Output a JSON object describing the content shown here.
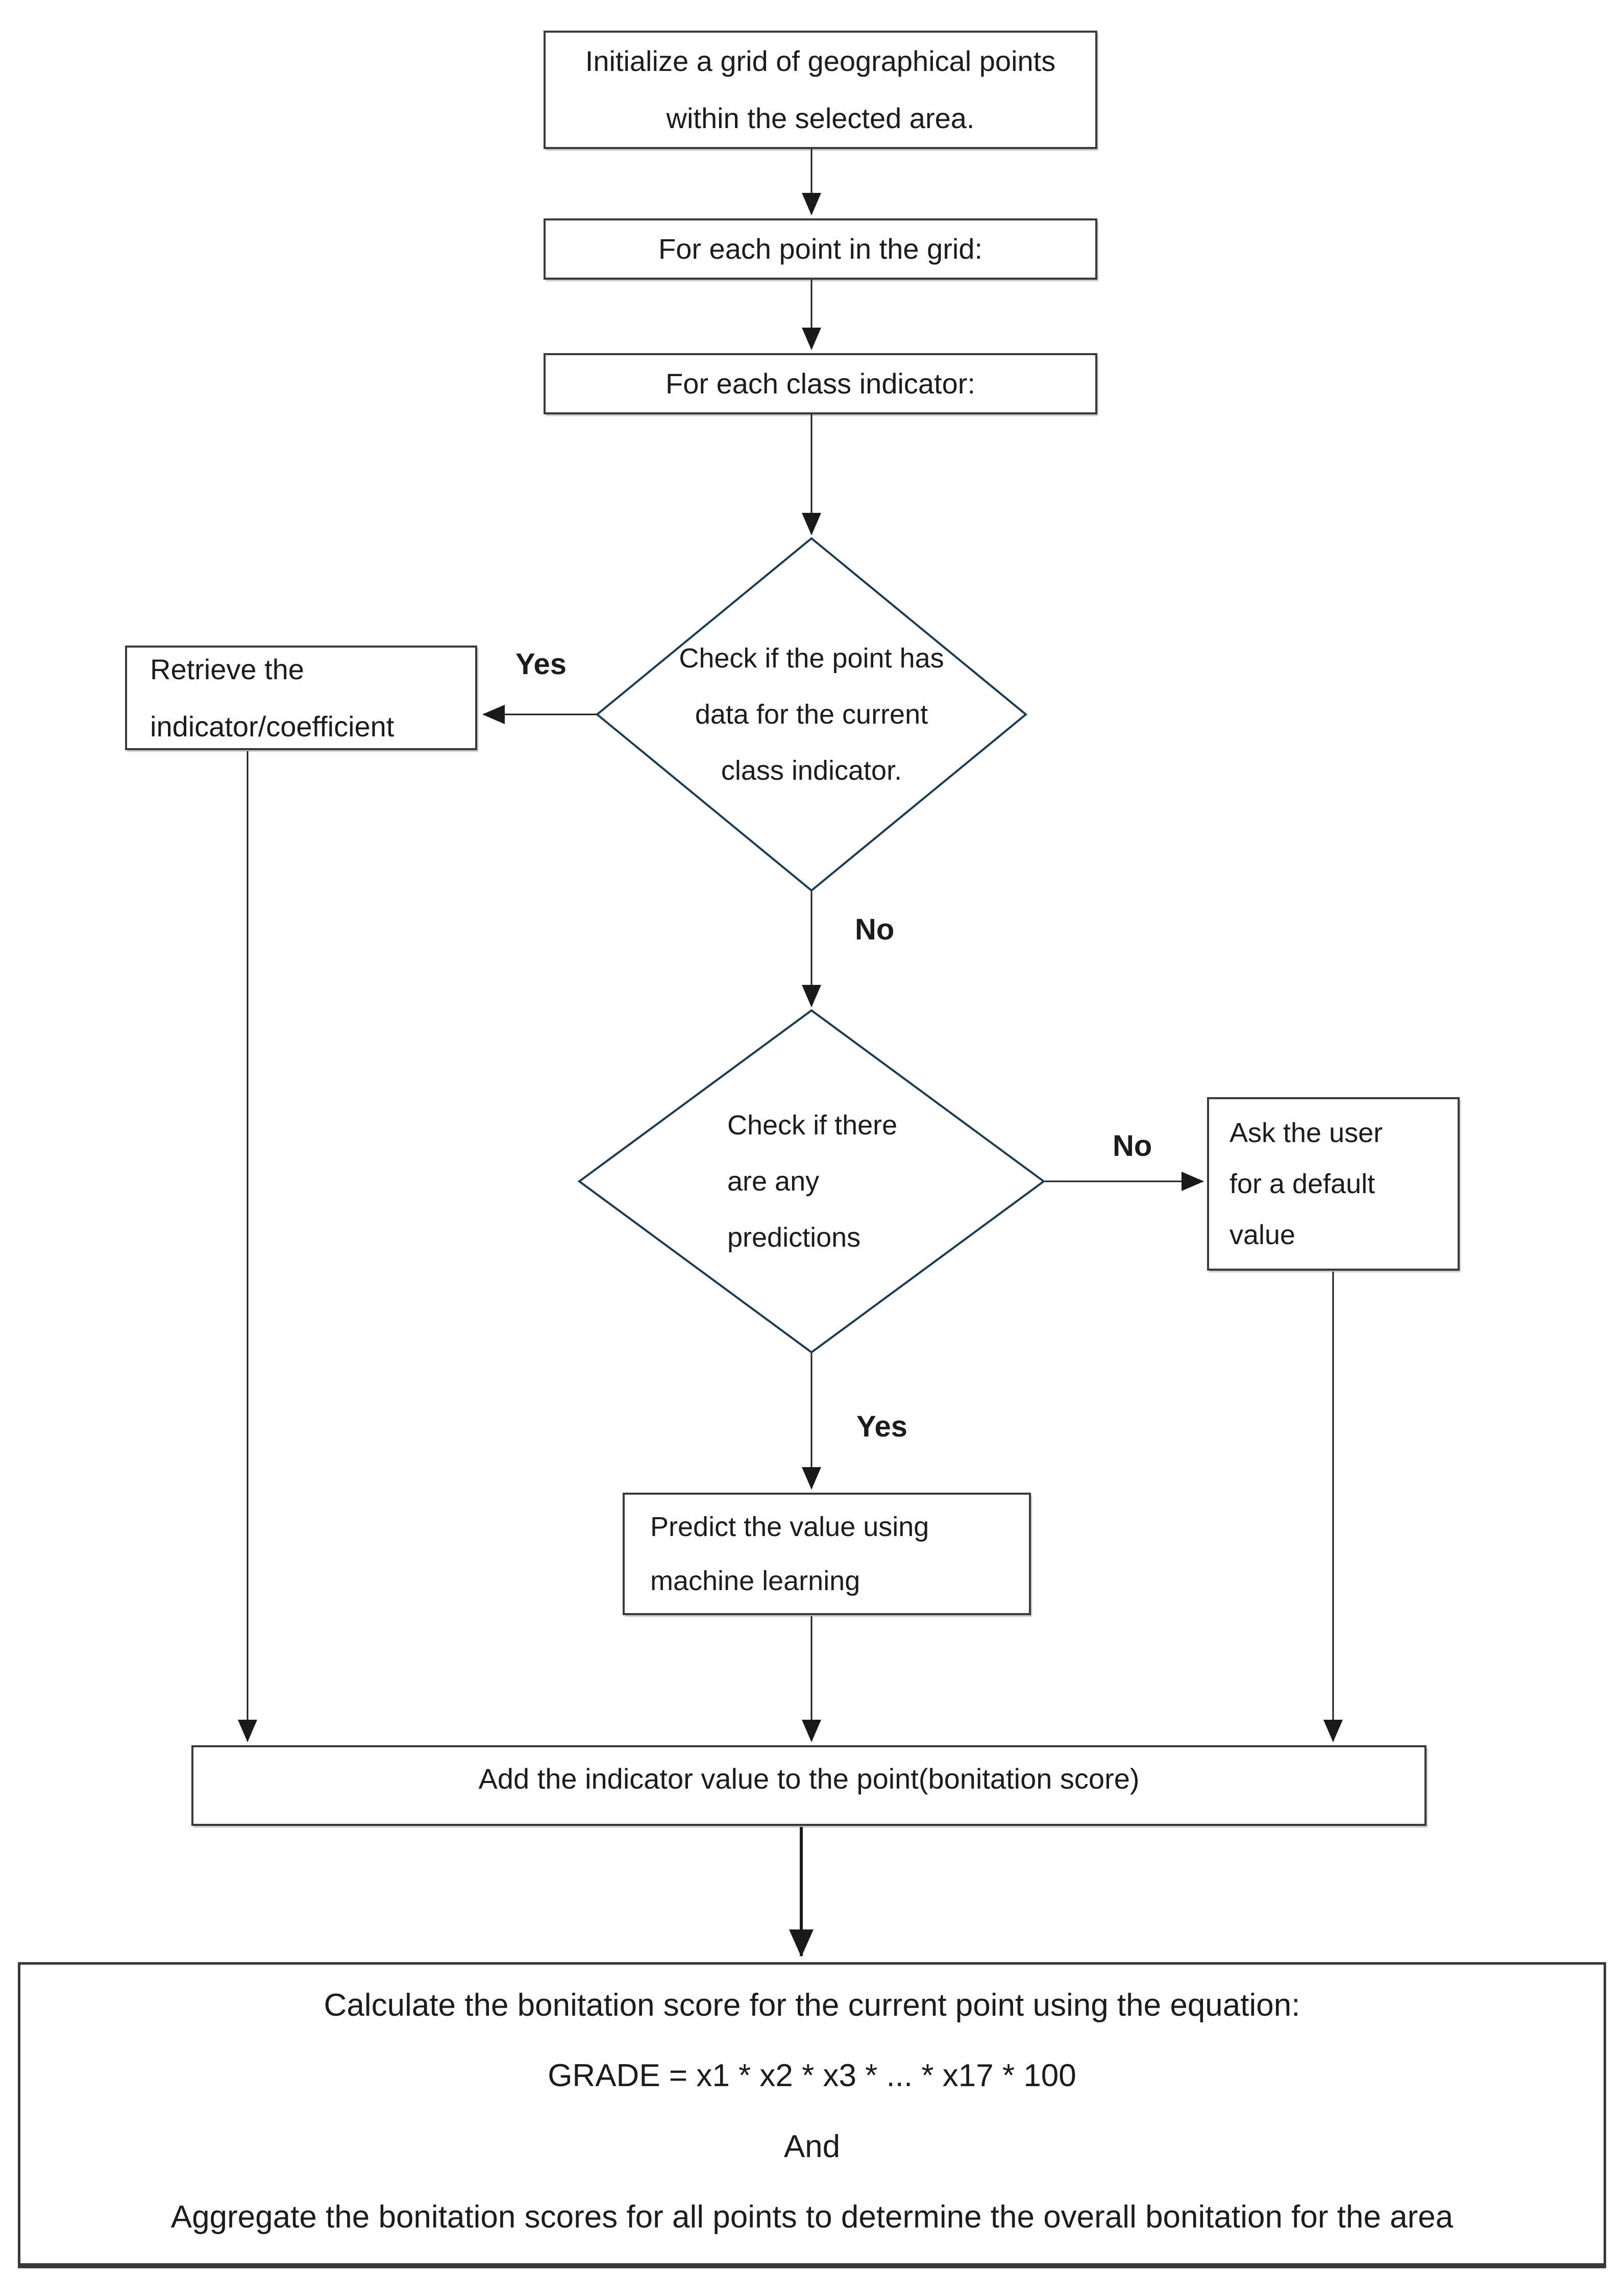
{
  "diagram": {
    "nodes": {
      "init": {
        "lines": [
          "Initialize a grid of geographical points",
          "within the selected area."
        ]
      },
      "for_each_point": {
        "label": "For each point in the grid:"
      },
      "for_each_class": {
        "label": "For each class indicator:"
      },
      "check_point_data": {
        "lines": [
          "Check if the point has",
          "data for the current",
          "class indicator."
        ]
      },
      "retrieve": {
        "lines": [
          "Retrieve the",
          "indicator/coefficient"
        ]
      },
      "check_predictions": {
        "lines": [
          "Check if there",
          "are any",
          "predictions"
        ]
      },
      "ask_user": {
        "lines": [
          "Ask the user",
          "for a default",
          "value"
        ]
      },
      "predict": {
        "lines": [
          "Predict the value using",
          "machine learning"
        ]
      },
      "add_indicator": {
        "label": "Add the indicator value to the point(bonitation score)"
      },
      "calculate": {
        "lines": [
          "Calculate the bonitation score for the current point using the equation:",
          "GRADE = x1 * x2 * x3 * ... * x17 * 100",
          "And",
          "Aggregate the bonitation scores for all points to determine the overall bonitation for the area"
        ]
      }
    },
    "edge_labels": {
      "yes_retrieve": "Yes",
      "no_predictions": "No",
      "no_ask_user": "No",
      "yes_predict": "Yes"
    },
    "colors": {
      "background": "#ffffff",
      "rect_border": "#3a3a3a",
      "diamond_border": "#1c3a52",
      "connector": "#1a1a1a",
      "text": "#1c1c1c"
    }
  }
}
